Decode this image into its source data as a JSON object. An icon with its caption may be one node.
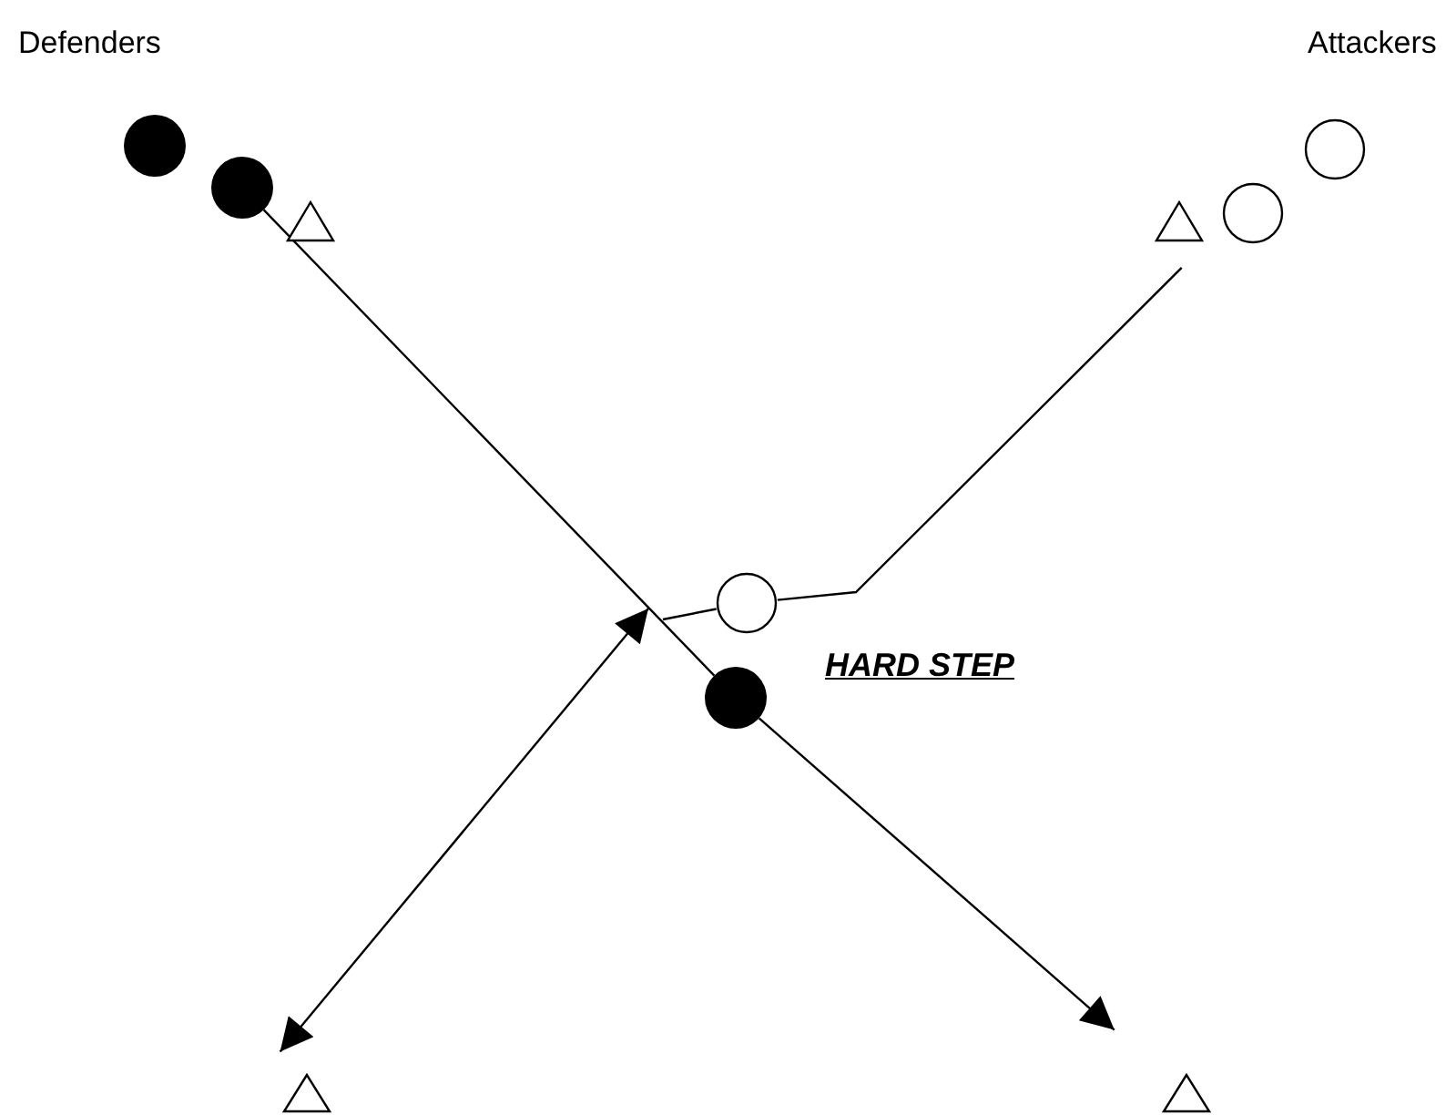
{
  "diagram": {
    "nodes": [
      {
        "text": [],
        "shape": "disc"
      },
      {
        "text": [],
        "shape": "disc"
      },
      {
        "text": [],
        "shape": "triangle"
      },
      {
        "text": [],
        "shape": "triangle"
      },
      {
        "text": [],
        "shape": "circle"
      },
      {
        "text": [],
        "shape": "circle"
      },
      {
        "text": [],
        "shape": "circle"
      },
      {
        "text": [],
        "shape": "disc"
      },
      {
        "text": [],
        "shape": "triangle"
      },
      {
        "text": [],
        "shape": "triangle"
      }
    ],
    "edges": [
      {
        "from": 1,
        "to": 7,
        "arrow": "none"
      },
      {
        "from": 7,
        "to": 9,
        "arrow": "to"
      },
      {
        "from": 3,
        "to": 6,
        "arrow": "none"
      },
      {
        "from": 8,
        "to": null,
        "arrow": "both"
      },
      {
        "from": 6,
        "to": null,
        "arrow": "none"
      }
    ],
    "labels": [
      "Defenders",
      "Attackers",
      "HARD STEP"
    ]
  }
}
